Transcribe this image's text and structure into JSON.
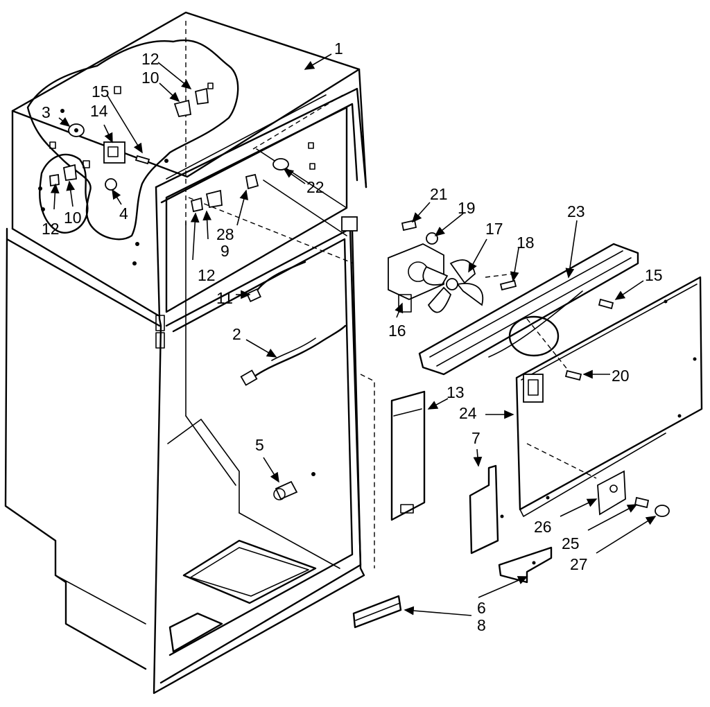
{
  "labels": {
    "l1": "1",
    "l12a": "12",
    "l10a": "10",
    "l15a": "15",
    "l14": "14",
    "l3": "3",
    "l4": "4",
    "l12b": "12",
    "l10b": "10",
    "l22": "22",
    "l28": "28",
    "l9": "9",
    "l12c": "12",
    "l11": "11",
    "l2": "2",
    "l5": "5",
    "l21": "21",
    "l19": "19",
    "l17": "17",
    "l18": "18",
    "l23": "23",
    "l15b": "15",
    "l16": "16",
    "l20": "20",
    "l13": "13",
    "l24": "24",
    "l7": "7",
    "l26": "26",
    "l25": "25",
    "l27": "27",
    "l6": "6",
    "l8": "8"
  }
}
